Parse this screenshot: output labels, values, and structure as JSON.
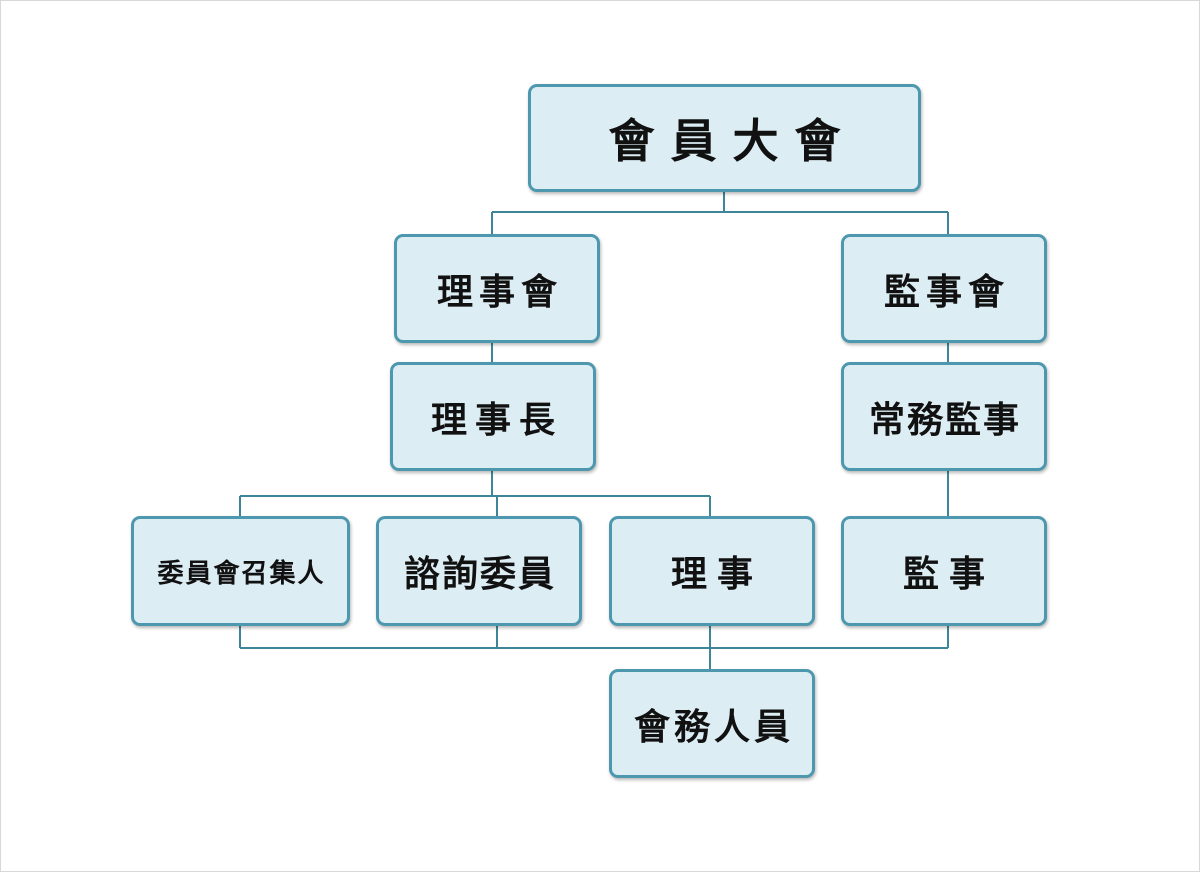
{
  "org_chart": {
    "nodes": {
      "general_assembly": "會員大會",
      "board_of_directors": "理事會",
      "board_of_supervisors": "監事會",
      "chairman": "理事長",
      "standing_supervisor": "常務監事",
      "committee_convener": "委員會召集人",
      "advisory_member": "諮詢委員",
      "director": "理事",
      "supervisor": "監事",
      "staff": "會務人員"
    }
  },
  "colors": {
    "box_fill": "#dcedf4",
    "box_border": "#4d98af",
    "connector": "#3f8599",
    "text": "#111111"
  }
}
